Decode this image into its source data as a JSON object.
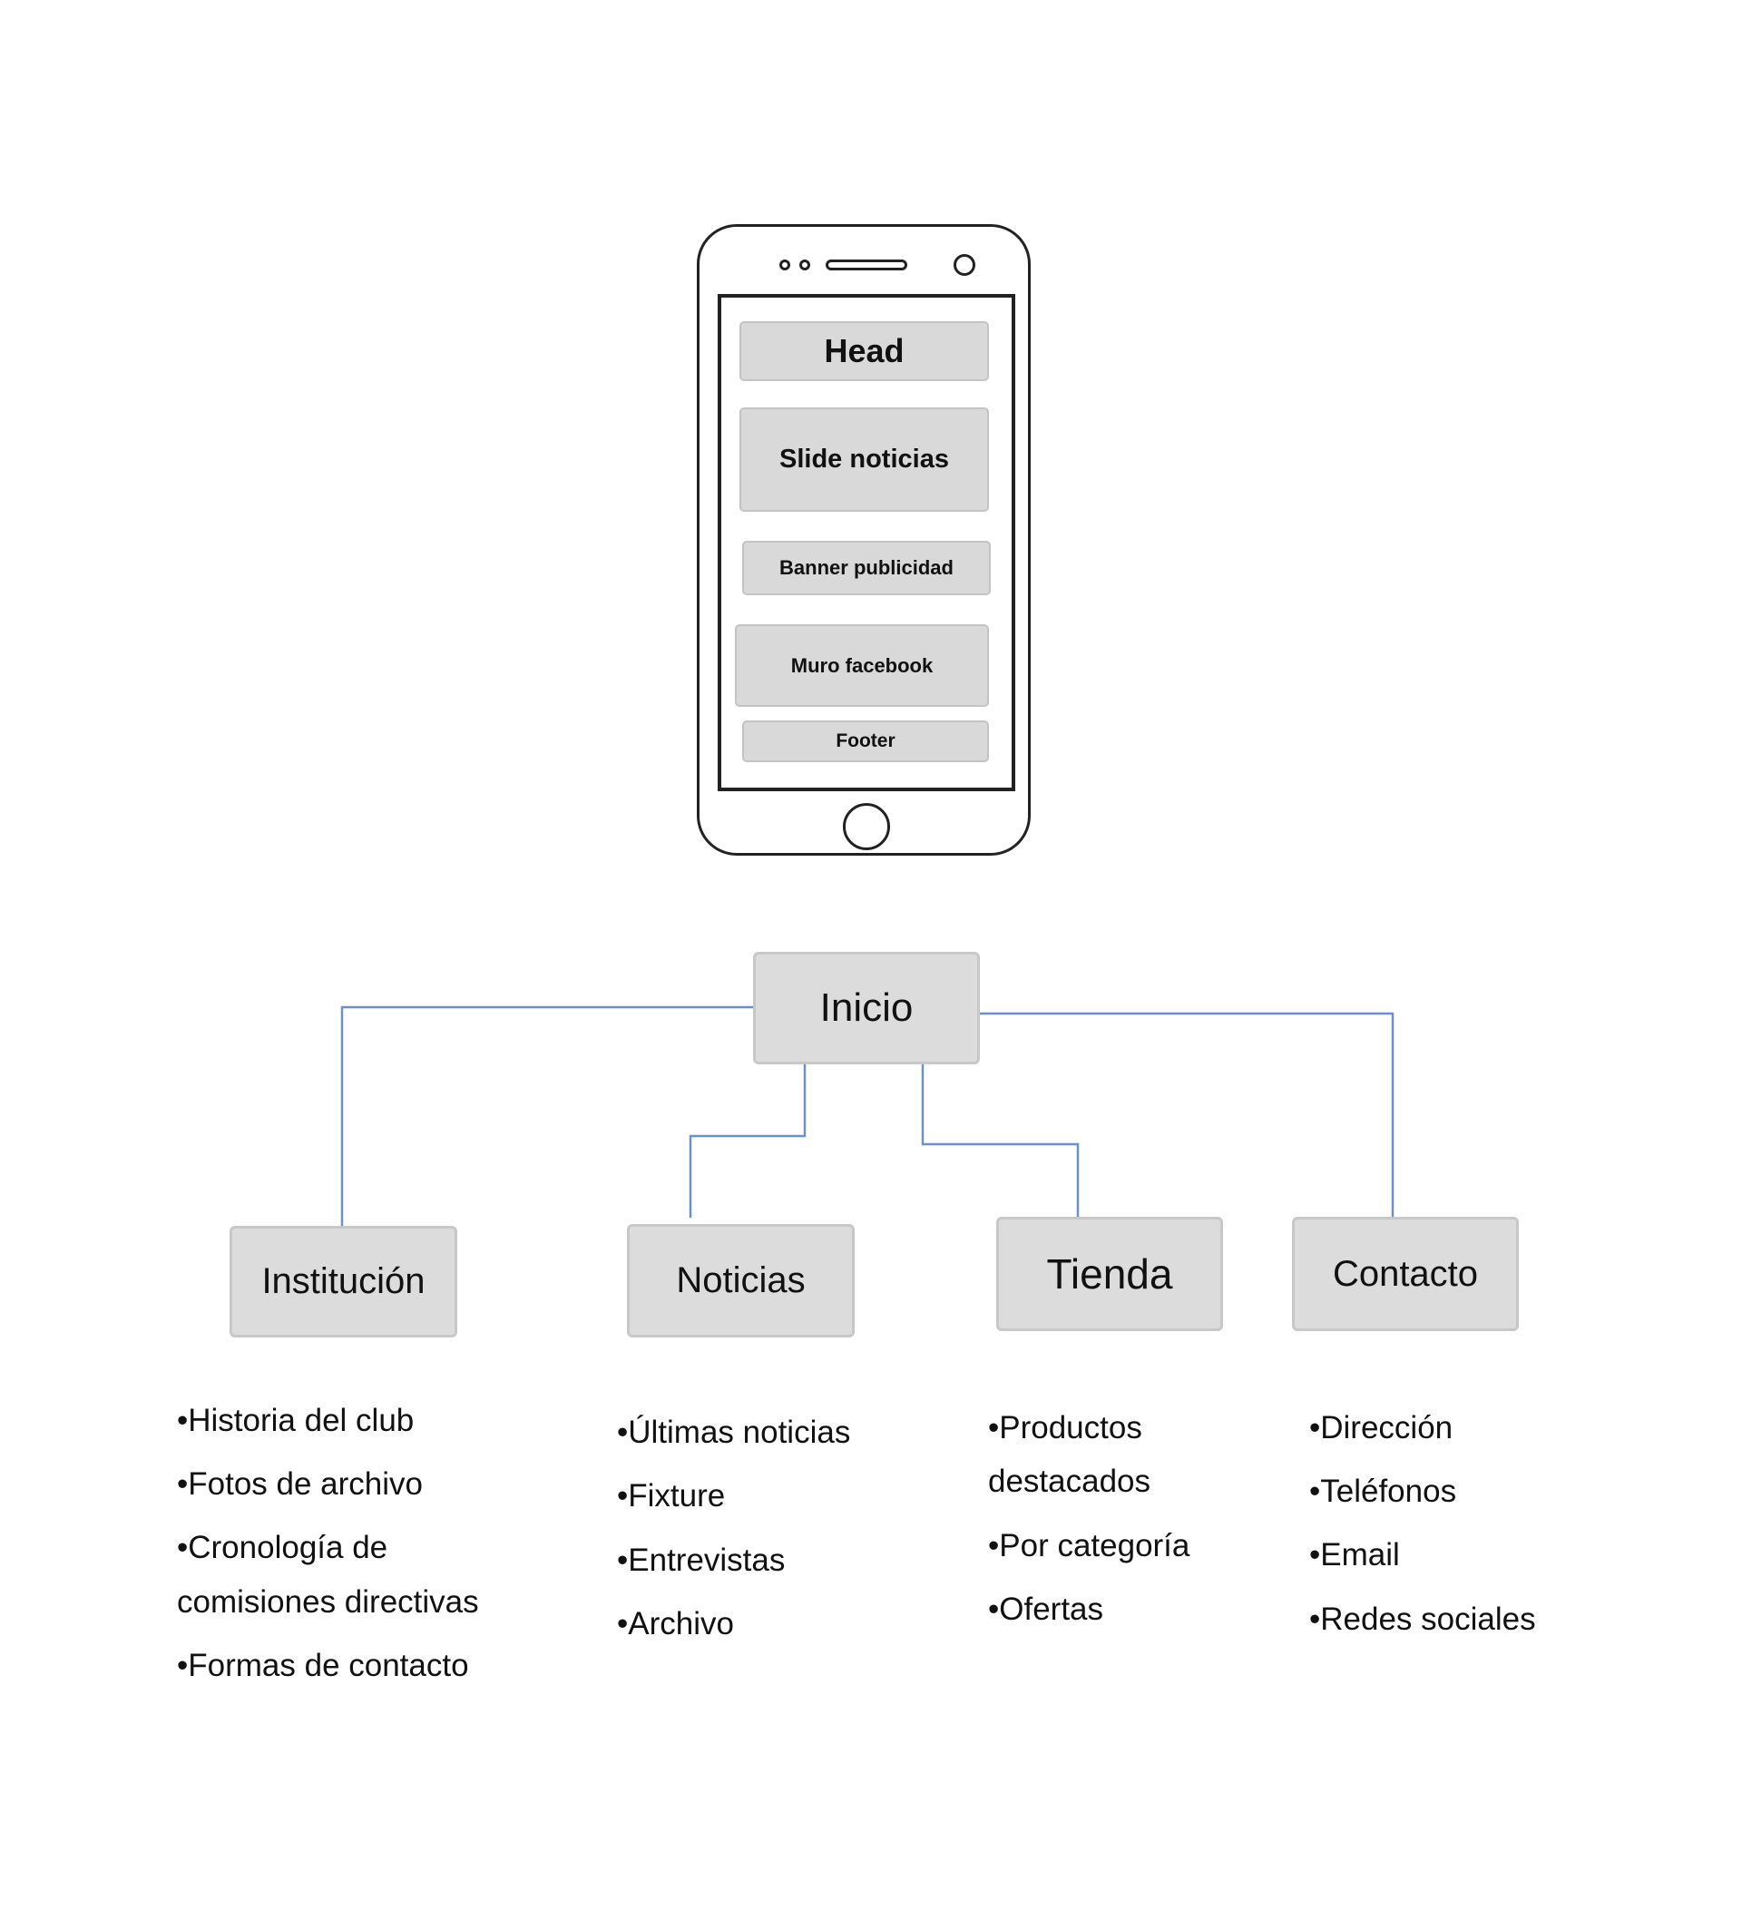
{
  "wireframe": {
    "sections": [
      "Head",
      "Slide noticias",
      "Banner publicidad",
      "Muro facebook",
      "Footer"
    ]
  },
  "sitemap": {
    "root": "Inicio",
    "branches": [
      {
        "label": "Institución",
        "items": [
          "•Historia del club",
          "•Fotos de archivo",
          "•Cronología de",
          "comisiones directivas",
          "•Formas de contacto"
        ]
      },
      {
        "label": "Noticias",
        "items": [
          "•Últimas noticias",
          "•Fixture",
          "•Entrevistas",
          "•Archivo"
        ]
      },
      {
        "label": "Tienda",
        "items": [
          "•Productos",
          "destacados",
          "•Por categoría",
          "•Ofertas"
        ]
      },
      {
        "label": "Contacto",
        "items": [
          "•Dirección",
          "•Teléfonos",
          "•Email",
          "•Redes sociales"
        ]
      }
    ],
    "connector_color": "#6f8fc9"
  }
}
